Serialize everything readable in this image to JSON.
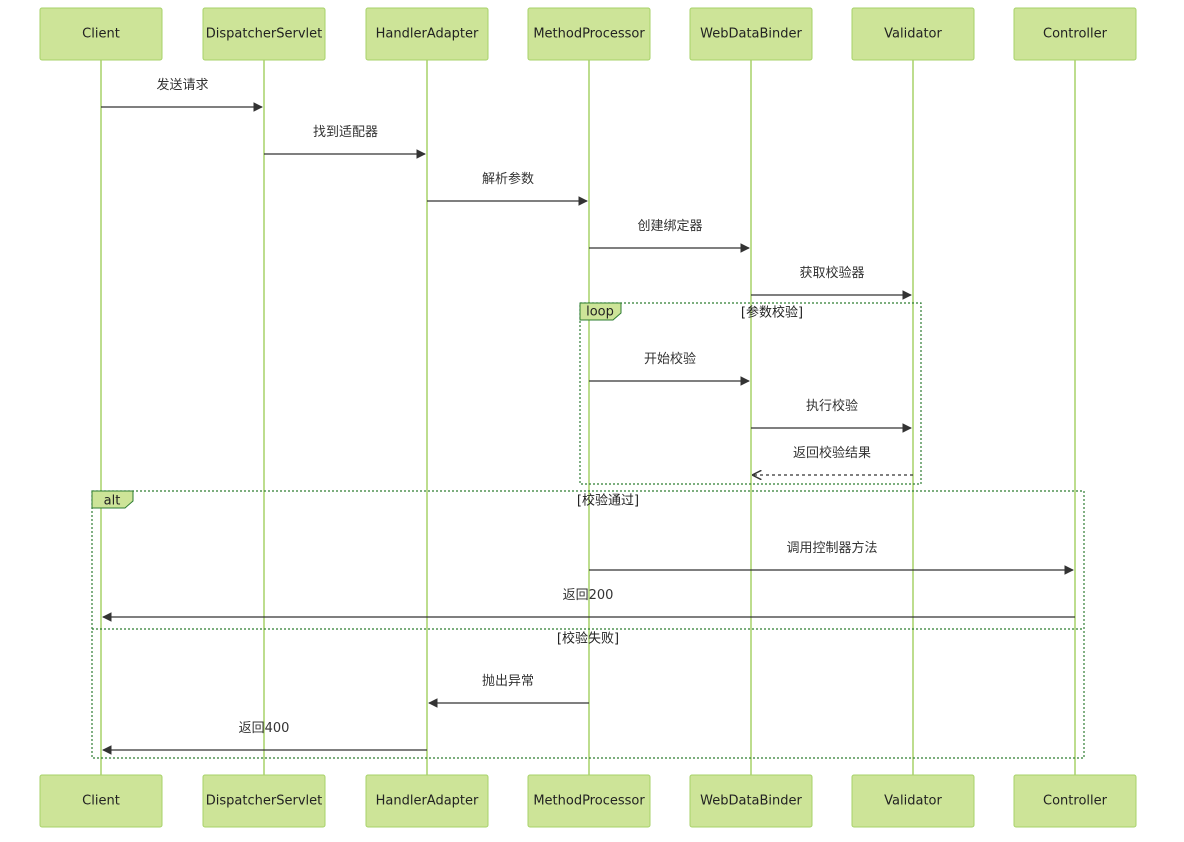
{
  "participants": [
    {
      "id": "client",
      "label": "Client"
    },
    {
      "id": "dispatcher",
      "label": "DispatcherServlet"
    },
    {
      "id": "adapter",
      "label": "HandlerAdapter"
    },
    {
      "id": "processor",
      "label": "MethodProcessor"
    },
    {
      "id": "binder",
      "label": "WebDataBinder"
    },
    {
      "id": "validator",
      "label": "Validator"
    },
    {
      "id": "controller",
      "label": "Controller"
    }
  ],
  "messages": [
    {
      "from": "client",
      "to": "dispatcher",
      "label": "发送请求",
      "dashed": false
    },
    {
      "from": "dispatcher",
      "to": "adapter",
      "label": "找到适配器",
      "dashed": false
    },
    {
      "from": "adapter",
      "to": "processor",
      "label": "解析参数",
      "dashed": false
    },
    {
      "from": "processor",
      "to": "binder",
      "label": "创建绑定器",
      "dashed": false
    },
    {
      "from": "binder",
      "to": "validator",
      "label": "获取校验器",
      "dashed": false
    },
    {
      "from": "processor",
      "to": "binder",
      "label": "开始校验",
      "dashed": false
    },
    {
      "from": "binder",
      "to": "validator",
      "label": "执行校验",
      "dashed": false
    },
    {
      "from": "validator",
      "to": "binder",
      "label": "返回校验结果",
      "dashed": true
    },
    {
      "from": "processor",
      "to": "controller",
      "label": "调用控制器方法",
      "dashed": false
    },
    {
      "from": "controller",
      "to": "client",
      "label": "返回200",
      "dashed": false
    },
    {
      "from": "processor",
      "to": "adapter",
      "label": "抛出异常",
      "dashed": false
    },
    {
      "from": "adapter",
      "to": "client",
      "label": "返回400",
      "dashed": false
    }
  ],
  "fragments": {
    "loop": {
      "keyword": "loop",
      "condition": "[参数校验]"
    },
    "alt": {
      "keyword": "alt",
      "condition": "[校验通过]",
      "else_condition": "[校验失败]"
    }
  },
  "colors": {
    "actor_fill": "#cde498",
    "actor_border": "#a7d268",
    "lifeline": "#a7d268",
    "message": "#333333",
    "frame": "#2e7d32"
  }
}
